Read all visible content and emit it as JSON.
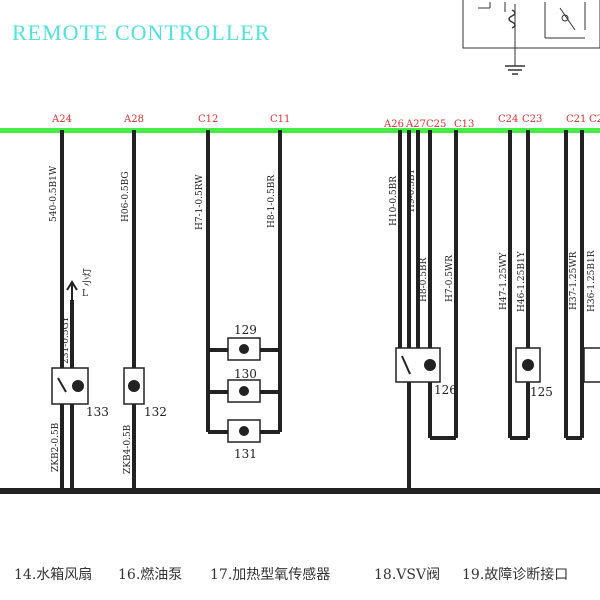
{
  "title": "REMOTE CONTROLLER",
  "colors": {
    "bus": "#44ee44",
    "title": "#4fe3dc",
    "pin": "#e03030",
    "wire": "#222222"
  },
  "pins": [
    "A24",
    "A28",
    "C12",
    "C11",
    "A26",
    "A27",
    "C25",
    "C13",
    "C24",
    "C23",
    "C21",
    "C2"
  ],
  "wire_labels": {
    "w540": "540-0.5B1W",
    "h06": "H06-0.5BG",
    "h7a": "H7-1-0.5RW",
    "h8a": "H8-1-0.5BR",
    "h10": "H10-0.5BR",
    "h9": "H9-0.5BY",
    "h8b": "H8-0.5BR",
    "h7b": "H7-0.5WR",
    "h47": "H47-1.25WY",
    "h46": "H46-1.25B1Y",
    "h37": "H37-1.25WR",
    "h36": "H36-1.25B1R",
    "w231": "231-0.5GY",
    "zkb2": "ZKB2-0.5B",
    "zkb4": "ZKB4-0.5B",
    "xiaodeng": "小灯",
    "l": "L"
  },
  "components": [
    "133",
    "132",
    "129",
    "130",
    "131",
    "126",
    "125"
  ],
  "captions": [
    "14.水箱风扇",
    "16.燃油泵",
    "17.加热型氧传感器",
    "18.VSV阀",
    "19.故障诊断接口"
  ]
}
